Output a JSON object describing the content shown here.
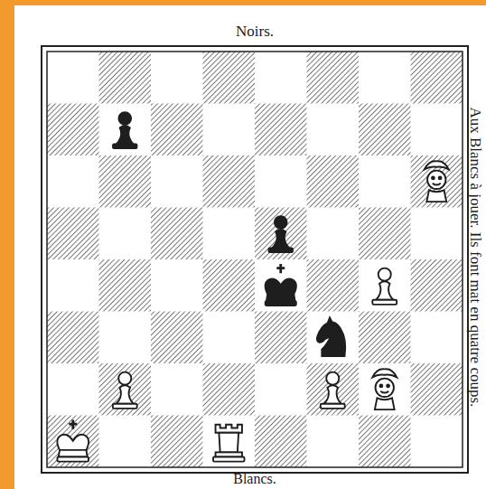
{
  "diagram": {
    "labels": [
      "Noirs.",
      "Blancs.",
      "Aux Blancs à jouer. Ils font mat en quatre coups."
    ]
  }
}
